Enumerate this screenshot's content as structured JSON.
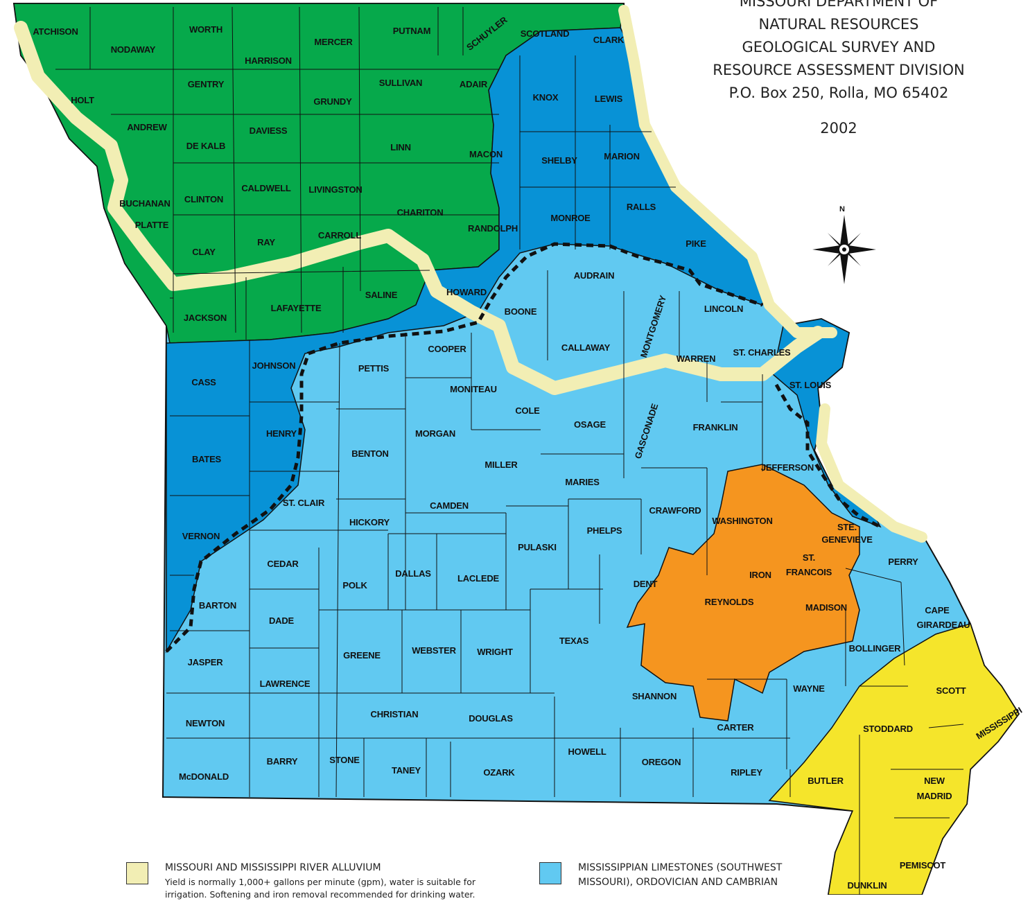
{
  "title": {
    "lines": [
      "MISSOURI DEPARTMENT OF",
      "NATURAL RESOURCES",
      "GEOLOGICAL SURVEY AND",
      "RESOURCE ASSESSMENT DIVISION",
      "P.O. Box 250, Rolla, MO 65402"
    ],
    "year": "2002"
  },
  "compass": {
    "north_label": "N",
    "icon": "compass-rose-icon"
  },
  "colors": {
    "alluvium": "#f2eeb4",
    "green_region": "#06a94b",
    "dark_blue_region": "#0892d6",
    "light_blue_region": "#61c9f1",
    "orange_region": "#f5951f",
    "yellow_region": "#f5e52b",
    "boundary": "#111111"
  },
  "counties": [
    {
      "name": "ATCHISON"
    },
    {
      "name": "NODAWAY"
    },
    {
      "name": "WORTH"
    },
    {
      "name": "HARRISON"
    },
    {
      "name": "MERCER"
    },
    {
      "name": "PUTNAM"
    },
    {
      "name": "SCHUYLER"
    },
    {
      "name": "SCOTLAND"
    },
    {
      "name": "CLARK"
    },
    {
      "name": "HOLT"
    },
    {
      "name": "GENTRY"
    },
    {
      "name": "GRUNDY"
    },
    {
      "name": "SULLIVAN"
    },
    {
      "name": "ADAIR"
    },
    {
      "name": "KNOX"
    },
    {
      "name": "LEWIS"
    },
    {
      "name": "ANDREW"
    },
    {
      "name": "DE KALB"
    },
    {
      "name": "DAVIESS"
    },
    {
      "name": "LINN"
    },
    {
      "name": "MACON"
    },
    {
      "name": "SHELBY"
    },
    {
      "name": "MARION"
    },
    {
      "name": "BUCHANAN"
    },
    {
      "name": "CLINTON"
    },
    {
      "name": "CALDWELL"
    },
    {
      "name": "LIVINGSTON"
    },
    {
      "name": "CHARITON"
    },
    {
      "name": "RANDOLPH"
    },
    {
      "name": "MONROE"
    },
    {
      "name": "RALLS"
    },
    {
      "name": "PLATTE"
    },
    {
      "name": "CLAY"
    },
    {
      "name": "RAY"
    },
    {
      "name": "CARROLL"
    },
    {
      "name": "PIKE"
    },
    {
      "name": "AUDRAIN"
    },
    {
      "name": "HOWARD"
    },
    {
      "name": "SALINE"
    },
    {
      "name": "LAFAYETTE"
    },
    {
      "name": "JACKSON"
    },
    {
      "name": "BOONE"
    },
    {
      "name": "MONTGOMERY"
    },
    {
      "name": "LINCOLN"
    },
    {
      "name": "CALLAWAY"
    },
    {
      "name": "COOPER"
    },
    {
      "name": "PETTIS"
    },
    {
      "name": "JOHNSON"
    },
    {
      "name": "CASS"
    },
    {
      "name": "WARREN"
    },
    {
      "name": "ST. CHARLES"
    },
    {
      "name": "ST. LOUIS"
    },
    {
      "name": "MONITEAU"
    },
    {
      "name": "COLE"
    },
    {
      "name": "OSAGE"
    },
    {
      "name": "GASCONADE"
    },
    {
      "name": "FRANKLIN"
    },
    {
      "name": "MORGAN"
    },
    {
      "name": "HENRY"
    },
    {
      "name": "BENTON"
    },
    {
      "name": "BATES"
    },
    {
      "name": "MILLER"
    },
    {
      "name": "MARIES"
    },
    {
      "name": "JEFFERSON"
    },
    {
      "name": "ST. CLAIR"
    },
    {
      "name": "CAMDEN"
    },
    {
      "name": "HICKORY"
    },
    {
      "name": "CRAWFORD"
    },
    {
      "name": "WASHINGTON"
    },
    {
      "name": "STE."
    },
    {
      "name": "GENEVIEVE"
    },
    {
      "name": "PHELPS"
    },
    {
      "name": "PULASKI"
    },
    {
      "name": "VERNON"
    },
    {
      "name": "CEDAR"
    },
    {
      "name": "ST."
    },
    {
      "name": "FRANCOIS"
    },
    {
      "name": "PERRY"
    },
    {
      "name": "DALLAS"
    },
    {
      "name": "LACLEDE"
    },
    {
      "name": "IRON"
    },
    {
      "name": "POLK"
    },
    {
      "name": "DENT"
    },
    {
      "name": "BARTON"
    },
    {
      "name": "REYNOLDS"
    },
    {
      "name": "MADISON"
    },
    {
      "name": "CAPE"
    },
    {
      "name": "GIRARDEAU"
    },
    {
      "name": "DADE"
    },
    {
      "name": "TEXAS"
    },
    {
      "name": "GREENE"
    },
    {
      "name": "WEBSTER"
    },
    {
      "name": "WRIGHT"
    },
    {
      "name": "BOLLINGER"
    },
    {
      "name": "JASPER"
    },
    {
      "name": "LAWRENCE"
    },
    {
      "name": "WAYNE"
    },
    {
      "name": "SCOTT"
    },
    {
      "name": "SHANNON"
    },
    {
      "name": "CHRISTIAN"
    },
    {
      "name": "DOUGLAS"
    },
    {
      "name": "NEWTON"
    },
    {
      "name": "CARTER"
    },
    {
      "name": "STODDARD"
    },
    {
      "name": "MISSISSIPPI"
    },
    {
      "name": "HOWELL"
    },
    {
      "name": "STONE"
    },
    {
      "name": "BARRY"
    },
    {
      "name": "OREGON"
    },
    {
      "name": "RIPLEY"
    },
    {
      "name": "McDONALD"
    },
    {
      "name": "TANEY"
    },
    {
      "name": "OZARK"
    },
    {
      "name": "BUTLER"
    },
    {
      "name": "NEW"
    },
    {
      "name": "MADRID"
    },
    {
      "name": "PEMISCOT"
    },
    {
      "name": "DUNKLIN"
    }
  ],
  "legend": [
    {
      "title": "MISSOURI AND MISSISSIPPI RIVER ALLUVIUM",
      "description": "Yield is normally 1,000+ gallons per minute (gpm), water is suitable for",
      "description2": "irrigation. Softening and iron removal recommended for drinking water.",
      "color": "#f2eeb4"
    },
    {
      "title": "MISSISSIPPIAN LIMESTONES (SOUTHWEST",
      "description": "MISSOURI), ORDOVICIAN AND CAMBRIAN",
      "color": "#61c9f1"
    }
  ]
}
